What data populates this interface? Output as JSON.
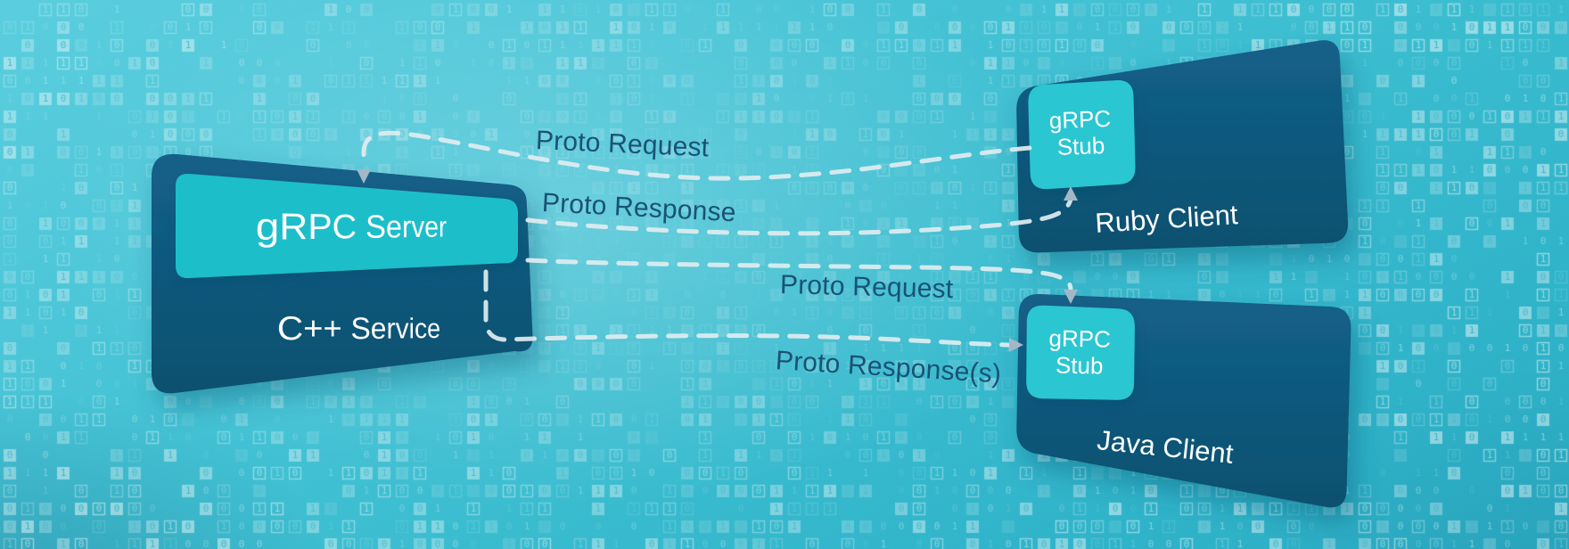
{
  "server": {
    "server_label": "gRPC Server",
    "service_label": "C++ Service"
  },
  "ruby_client": {
    "label": "Ruby Client",
    "stub_label": "gRPC Stub"
  },
  "java_client": {
    "label": "Java Client",
    "stub_label": "gRPC Stub"
  },
  "flows": {
    "request_ruby": "Proto Request",
    "response_ruby": "Proto Response",
    "request_java": "Proto Request",
    "response_java": "Proto Response(s)"
  },
  "background": {
    "pattern_glyphs": [
      "0",
      "1"
    ],
    "cell_size": 20
  },
  "colors": {
    "dark_box_top": "#136089",
    "dark_box_bottom": "#0c506f",
    "teal_box": "#1dbeca",
    "stub_box": "#2ac6d2",
    "background": "#3fbfd2",
    "flow_label": "#1a5276",
    "dashed_line": "#e0edf0",
    "arrowhead": "#a3b8c6"
  }
}
